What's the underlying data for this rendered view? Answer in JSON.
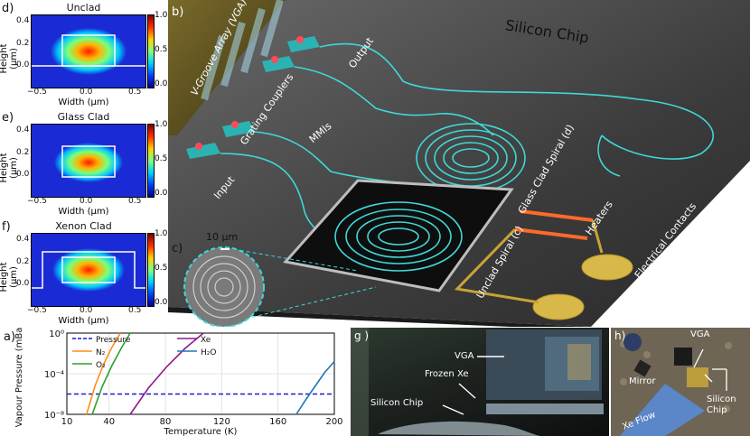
{
  "mode_plots": [
    {
      "letter": "d)",
      "title": "Unclad",
      "ylabel": "Height (μm)",
      "xlabel": "Width (μm)",
      "yticks": [
        "0.4",
        "0.2",
        "0.0"
      ],
      "xticks": [
        "−0.5",
        "0.0",
        "0.5"
      ],
      "cbar_ticks": [
        "1.0",
        "0.5",
        "0.0"
      ]
    },
    {
      "letter": "e)",
      "title": "Glass Clad",
      "ylabel": "Height (μm)",
      "xlabel": "Width (μm)",
      "yticks": [
        "0.4",
        "0.2",
        "0.0"
      ],
      "xticks": [
        "−0.5",
        "0.0",
        "0.5"
      ],
      "cbar_ticks": [
        "1.0",
        "0.5",
        "0.0"
      ]
    },
    {
      "letter": "f)",
      "title": "Xenon Clad",
      "ylabel": "Height (μm)",
      "xlabel": "Width (μm)",
      "yticks": [
        "0.4",
        "0.2",
        "0.0"
      ],
      "xticks": [
        "−0.5",
        "0.0",
        "0.5"
      ],
      "cbar_ticks": [
        "1.0",
        "0.5",
        "0.0"
      ]
    }
  ],
  "chip": {
    "letter_b": "b)",
    "letter_c": "c)",
    "title": "Silicon Chip",
    "vga": "V-Groove Array (VGA)",
    "grating": "Grating Couplers",
    "output": "Output",
    "mmis": "MMIs",
    "input": "Input",
    "glass_spiral": "Glass Clad Spiral (d)",
    "heaters": "Heaters",
    "unclad_spiral": "Unclad Spiral (c)",
    "contacts": "Electrical Contacts",
    "scale": "10 μm"
  },
  "chart_data": {
    "type": "line",
    "panel_label": "a)",
    "xlabel": "Temperature (K)",
    "ylabel": "Vapour Pressure (mBar)",
    "xlim": [
      10,
      200
    ],
    "ylim_log10": [
      -8,
      0
    ],
    "yscale": "log",
    "xticks": [
      "10",
      "40",
      "80",
      "120",
      "160",
      "200"
    ],
    "xtick_values": [
      10,
      40,
      80,
      120,
      160,
      200
    ],
    "yticks": [
      "10⁰",
      "10⁻⁴",
      "10⁻⁸"
    ],
    "legend": [
      "Pressure",
      "N₂",
      "O₂",
      "Xe",
      "H₂O"
    ],
    "colors": {
      "pressure": "#1a1ad4",
      "n2": "#ff8c1a",
      "o2": "#2ca02c",
      "xe": "#8c1a8c",
      "h2o": "#1f77b4"
    },
    "pressure_log10": -6,
    "series": [
      {
        "name": "N₂",
        "x": [
          24,
          30,
          36,
          42,
          48
        ],
        "log10_y": [
          -8,
          -5.2,
          -3.1,
          -1.4,
          0
        ]
      },
      {
        "name": "O₂",
        "x": [
          28,
          35,
          42,
          49,
          55
        ],
        "log10_y": [
          -8,
          -5.3,
          -3.2,
          -1.4,
          0
        ]
      },
      {
        "name": "Xe",
        "x": [
          55,
          68,
          81,
          94,
          107
        ],
        "log10_y": [
          -8,
          -5.4,
          -3.3,
          -1.5,
          0
        ]
      },
      {
        "name": "H₂O",
        "x": [
          173,
          180,
          187,
          193,
          200
        ],
        "log10_y": [
          -8,
          -6.5,
          -5.1,
          -3.9,
          -2.8
        ]
      }
    ]
  },
  "photo_g": {
    "letter": "g )",
    "vga": "VGA",
    "frozen": "Frozen Xe",
    "chip": "Silicon Chip"
  },
  "photo_h": {
    "letter": "h)",
    "vga": "VGA",
    "mirror": "Mirror",
    "chip": "Silicon Chip",
    "flow": "Xe Flow"
  }
}
